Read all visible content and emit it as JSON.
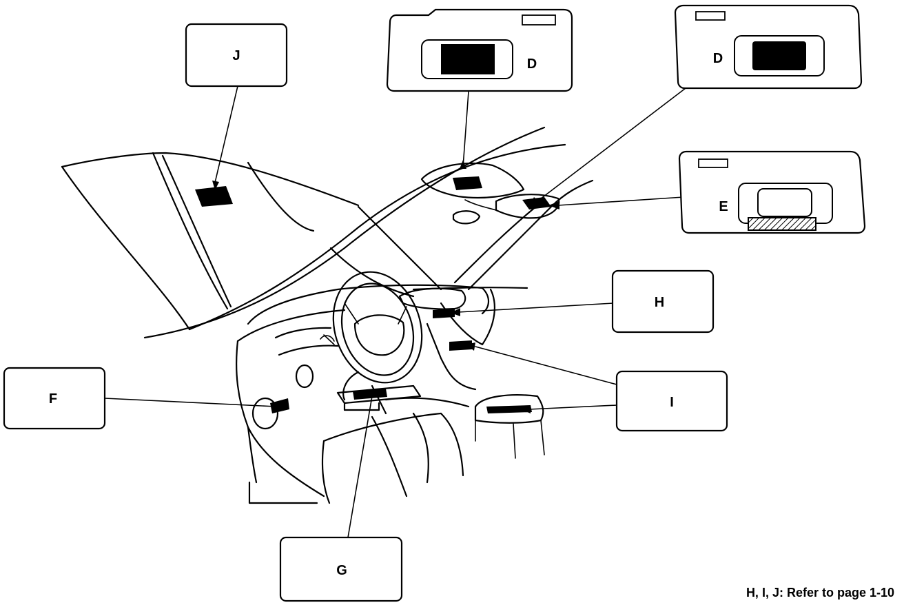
{
  "labels": {
    "j": "J",
    "d_left": "D",
    "d_right": "D",
    "e": "E",
    "h": "H",
    "i": "I",
    "f": "F",
    "g": "G"
  },
  "note": "H, I, J: Refer to page 1-10"
}
